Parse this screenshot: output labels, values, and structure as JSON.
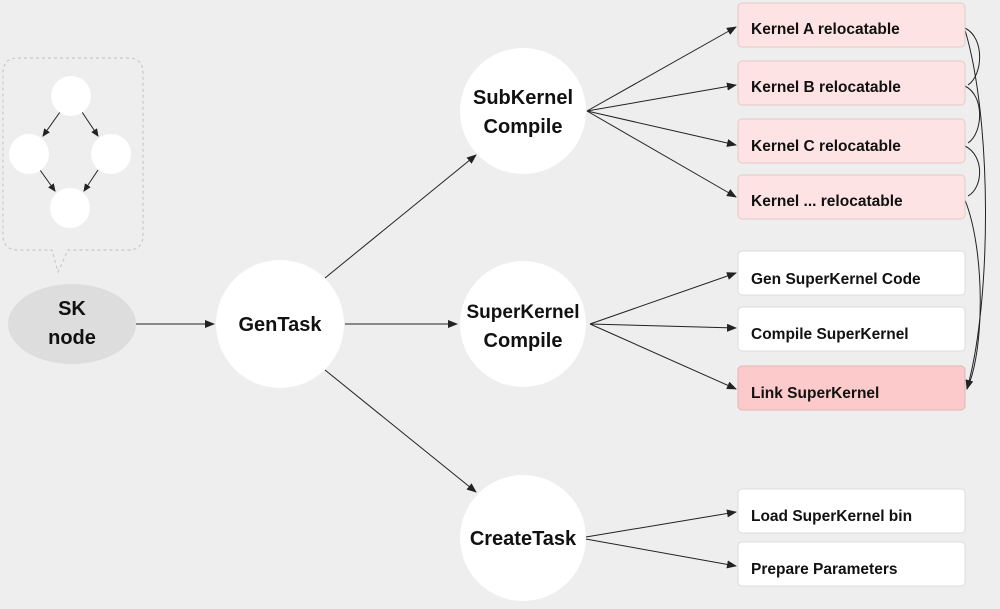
{
  "colors": {
    "background": "#eeeeee",
    "circle_fill": "#ffffff",
    "sk_node_fill": "#dddddd",
    "relocatable_fill": "#fde3e3",
    "link_fill": "#fccaca",
    "box_fill": "#ffffff",
    "arrow": "#222222"
  },
  "sk_node": {
    "line1": "SK",
    "line2": "node"
  },
  "gentask": {
    "label": "GenTask"
  },
  "subkernel_compile": {
    "line1": "SubKernel",
    "line2": "Compile"
  },
  "superkernel_compile": {
    "line1": "SuperKernel",
    "line2": "Compile"
  },
  "createtask": {
    "label": "CreateTask"
  },
  "subkernel_outputs": [
    {
      "label": "Kernel A relocatable"
    },
    {
      "label": "Kernel B relocatable"
    },
    {
      "label": "Kernel C relocatable"
    },
    {
      "label": "Kernel ... relocatable"
    }
  ],
  "superkernel_outputs": [
    {
      "label": "Gen SuperKernel Code"
    },
    {
      "label": "Compile SuperKernel"
    },
    {
      "label": "Link SuperKernel"
    }
  ],
  "createtask_outputs": [
    {
      "label": "Load SuperKernel bin"
    },
    {
      "label": "Prepare Parameters"
    }
  ]
}
